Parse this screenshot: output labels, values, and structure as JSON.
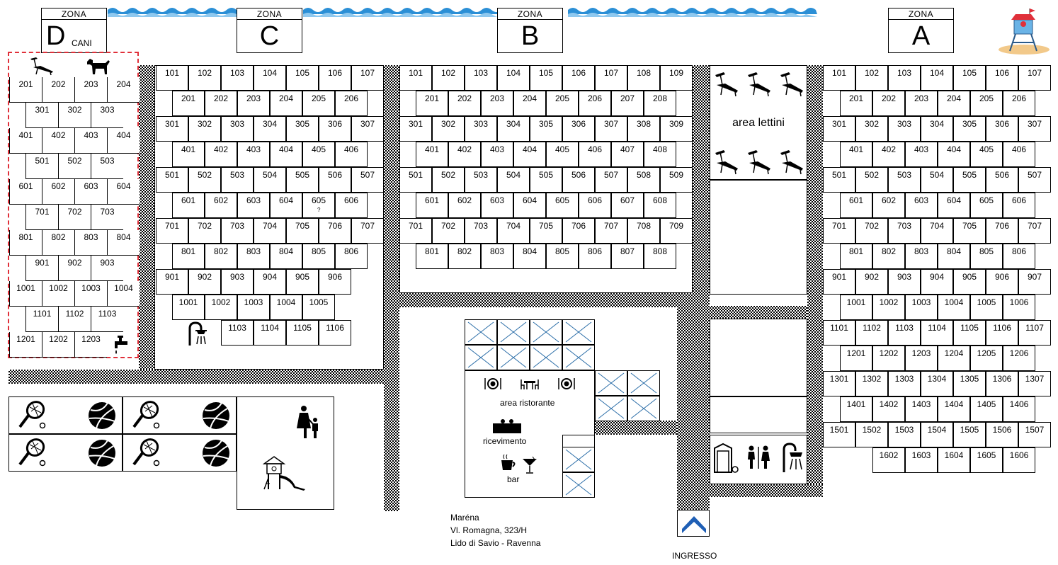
{
  "zones": [
    {
      "id": "D",
      "label": "ZONA",
      "letter": "D",
      "sub": "CANI"
    },
    {
      "id": "C",
      "label": "ZONA",
      "letter": "C",
      "sub": ""
    },
    {
      "id": "B",
      "label": "ZONA",
      "letter": "B",
      "sub": ""
    },
    {
      "id": "A",
      "label": "ZONA",
      "letter": "A",
      "sub": ""
    }
  ],
  "zoneD": {
    "rows": [
      [
        "201",
        "202",
        "203",
        "204"
      ],
      [
        "301",
        "302",
        "303"
      ],
      [
        "401",
        "402",
        "403",
        "404"
      ],
      [
        "501",
        "502",
        "503"
      ],
      [
        "601",
        "602",
        "603",
        "604"
      ],
      [
        "701",
        "702",
        "703"
      ],
      [
        "801",
        "802",
        "803",
        "804"
      ],
      [
        "901",
        "902",
        "903"
      ],
      [
        "1001",
        "1002",
        "1003",
        "1004"
      ],
      [
        "1101",
        "1102",
        "1103"
      ],
      [
        "1201",
        "1202",
        "1203"
      ]
    ]
  },
  "zoneC": {
    "rows": [
      [
        "101",
        "102",
        "103",
        "104",
        "105",
        "106",
        "107"
      ],
      [
        "201",
        "202",
        "203",
        "204",
        "205",
        "206"
      ],
      [
        "301",
        "302",
        "303",
        "304",
        "305",
        "306",
        "307"
      ],
      [
        "401",
        "402",
        "403",
        "404",
        "405",
        "406"
      ],
      [
        "501",
        "502",
        "503",
        "504",
        "505",
        "506",
        "507"
      ],
      [
        "601",
        "602",
        "603",
        "604",
        "605",
        "606"
      ],
      [
        "701",
        "702",
        "703",
        "704",
        "705",
        "706",
        "707"
      ],
      [
        "801",
        "802",
        "803",
        "804",
        "805",
        "806"
      ],
      [
        "901",
        "902",
        "903",
        "904",
        "905",
        "906"
      ],
      [
        "1001",
        "1002",
        "1003",
        "1004",
        "1005"
      ],
      [
        "1103",
        "1104",
        "1105",
        "1106"
      ]
    ],
    "note_605": "?"
  },
  "zoneB": {
    "rows": [
      [
        "101",
        "102",
        "103",
        "104",
        "105",
        "106",
        "107",
        "108",
        "109"
      ],
      [
        "201",
        "202",
        "203",
        "204",
        "205",
        "206",
        "207",
        "208"
      ],
      [
        "301",
        "302",
        "303",
        "304",
        "305",
        "306",
        "307",
        "308",
        "309"
      ],
      [
        "401",
        "402",
        "403",
        "404",
        "405",
        "406",
        "407",
        "408"
      ],
      [
        "501",
        "502",
        "503",
        "504",
        "505",
        "506",
        "507",
        "508",
        "509"
      ],
      [
        "601",
        "602",
        "603",
        "604",
        "605",
        "606",
        "607",
        "608"
      ],
      [
        "701",
        "702",
        "703",
        "704",
        "705",
        "706",
        "707",
        "708",
        "709"
      ],
      [
        "801",
        "802",
        "803",
        "804",
        "805",
        "806",
        "807",
        "808"
      ]
    ]
  },
  "zoneA": {
    "rows": [
      [
        "101",
        "102",
        "103",
        "104",
        "105",
        "106",
        "107"
      ],
      [
        "201",
        "202",
        "203",
        "204",
        "205",
        "206"
      ],
      [
        "301",
        "302",
        "303",
        "304",
        "305",
        "306",
        "307"
      ],
      [
        "401",
        "402",
        "403",
        "404",
        "405",
        "406"
      ],
      [
        "501",
        "502",
        "503",
        "504",
        "505",
        "506",
        "507"
      ],
      [
        "601",
        "602",
        "603",
        "604",
        "605",
        "606"
      ],
      [
        "701",
        "702",
        "703",
        "704",
        "705",
        "706",
        "707"
      ],
      [
        "801",
        "802",
        "803",
        "804",
        "805",
        "806"
      ],
      [
        "901",
        "902",
        "903",
        "904",
        "905",
        "906",
        "907"
      ],
      [
        "1001",
        "1002",
        "1003",
        "1004",
        "1005",
        "1006"
      ],
      [
        "1101",
        "1102",
        "1103",
        "1104",
        "1105",
        "1106",
        "1107"
      ],
      [
        "1201",
        "1202",
        "1203",
        "1204",
        "1205",
        "1206"
      ],
      [
        "1301",
        "1302",
        "1303",
        "1304",
        "1305",
        "1306",
        "1307"
      ],
      [
        "1401",
        "1402",
        "1403",
        "1404",
        "1405",
        "1406"
      ],
      [
        "1501",
        "1502",
        "1503",
        "1504",
        "1505",
        "1506",
        "1507"
      ],
      [
        "1602",
        "1603",
        "1604",
        "1605",
        "1606"
      ]
    ]
  },
  "labels": {
    "area_lettini": "area lettini",
    "area_ristorante": "area ristorante",
    "ricevimento": "ricevimento",
    "bar": "bar",
    "ingresso": "INGRESSO"
  },
  "address": {
    "name": "Maréna",
    "street": "Vl. Romagna, 323/H",
    "city": "Lido di Savio - Ravenna"
  },
  "icons": {
    "sea": "wave-icon",
    "lifeguard": "lifeguard-tower-icon",
    "lounger": "sunbed-icon",
    "dog": "dog-icon",
    "tap": "water-tap-icon",
    "shower": "shower-icon",
    "tennis": "tennis-racket-icon",
    "volley": "volleyball-icon",
    "family": "mother-child-icon",
    "playground": "playground-icon",
    "cutlery": "plate-cutlery-icon",
    "table": "table-chairs-icon",
    "reception": "reception-desk-icon",
    "coffee": "coffee-cup-icon",
    "cocktail": "cocktail-icon",
    "cabin": "changing-cabin-icon",
    "toilet": "toilet-icon",
    "entrance": "entrance-arrow-icon"
  },
  "colors": {
    "sea": "#2b8fd6",
    "dog_zone_border": "#e0303a",
    "entrance": "#1f5fb5"
  }
}
